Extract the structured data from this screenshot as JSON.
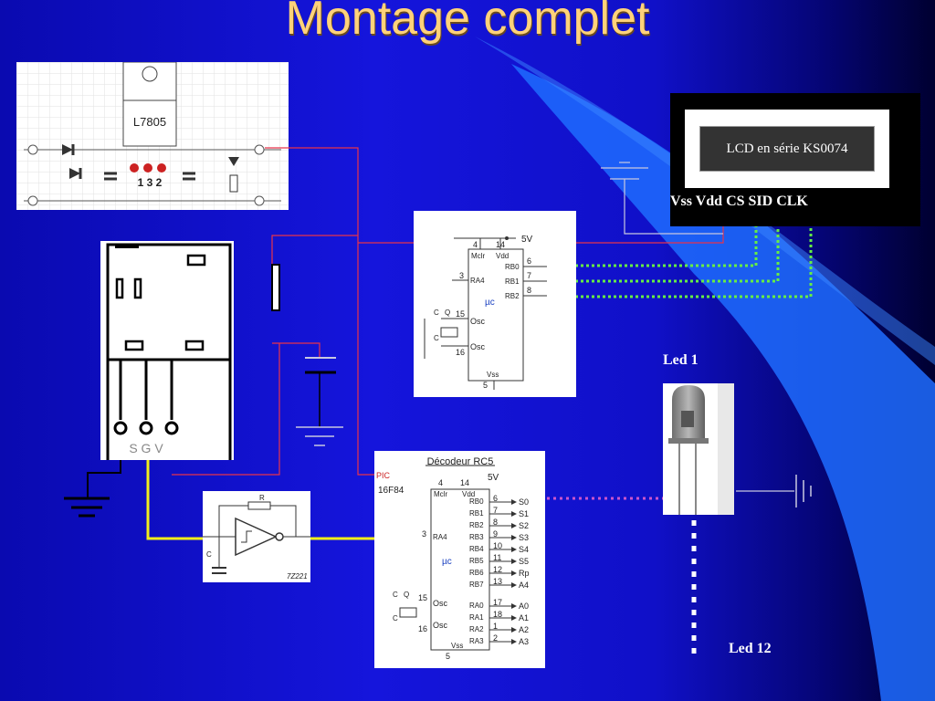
{
  "slide": {
    "title": "Montage complet",
    "background_colors": [
      "#0a0ab0",
      "#1515dc",
      "#050575",
      "#000030"
    ],
    "accent_wave_color": "#1e6cff",
    "title_color": "#ffd27a"
  },
  "regulator": {
    "part": "L7805",
    "pins": "1 3 2"
  },
  "lcd": {
    "label": "LCD en série KS0074",
    "pins": "Vss Vdd CS SID CLK"
  },
  "mcu": {
    "supply": "5V",
    "pin4": "4",
    "pin14": "14",
    "mclr": "Mclr",
    "vdd": "Vdd",
    "pin3": "3",
    "ra4": "RA4",
    "label": "µc",
    "c": "C",
    "q": "Q",
    "osc": "Osc",
    "pin15": "15",
    "pin16": "16",
    "vss": "Vss",
    "pin5": "5",
    "outputs": [
      {
        "pin": "6",
        "name": "RB0"
      },
      {
        "pin": "7",
        "name": "RB1"
      },
      {
        "pin": "8",
        "name": "RB2"
      }
    ]
  },
  "decoder": {
    "title": "Décodeur RC5",
    "pic_label": "PIC",
    "chip": "16F84",
    "supply": "5V",
    "pin4": "4",
    "pin14": "14",
    "mclr": "Mclr",
    "vdd": "Vdd",
    "pin3": "3",
    "ra4": "RA4",
    "label": "µc",
    "c": "C",
    "q": "Q",
    "osc": "Osc",
    "pin15": "15",
    "pin16": "16",
    "vss": "Vss",
    "pin5": "5",
    "outputs": [
      {
        "name": "RB0",
        "pin": "6",
        "sig": "S0"
      },
      {
        "name": "RB1",
        "pin": "7",
        "sig": "S1"
      },
      {
        "name": "RB2",
        "pin": "8",
        "sig": "S2"
      },
      {
        "name": "RB3",
        "pin": "9",
        "sig": "S3"
      },
      {
        "name": "RB4",
        "pin": "10",
        "sig": "S4"
      },
      {
        "name": "RB5",
        "pin": "11",
        "sig": "S5"
      },
      {
        "name": "RB6",
        "pin": "12",
        "sig": "Rp"
      },
      {
        "name": "RB7",
        "pin": "13",
        "sig": "A4"
      },
      {
        "name": "RA0",
        "pin": "17",
        "sig": "A0"
      },
      {
        "name": "RA1",
        "pin": "18",
        "sig": "A1"
      },
      {
        "name": "RA2",
        "pin": "1",
        "sig": "A2"
      },
      {
        "name": "RA3",
        "pin": "2",
        "sig": "A3"
      }
    ]
  },
  "schmitt": {
    "r": "R",
    "c": "C",
    "ref": "7Z221"
  },
  "ir_receiver": {
    "pin_letters": "S G V"
  },
  "leds": {
    "first": "Led 1",
    "last": "Led 12"
  },
  "wire_colors": {
    "power": "#e8334a",
    "signal": "#f2ee1a",
    "lcd_bus": "#66ee44",
    "led_bus": "#cc55cc",
    "wire_grey": "#c8c8e0"
  }
}
